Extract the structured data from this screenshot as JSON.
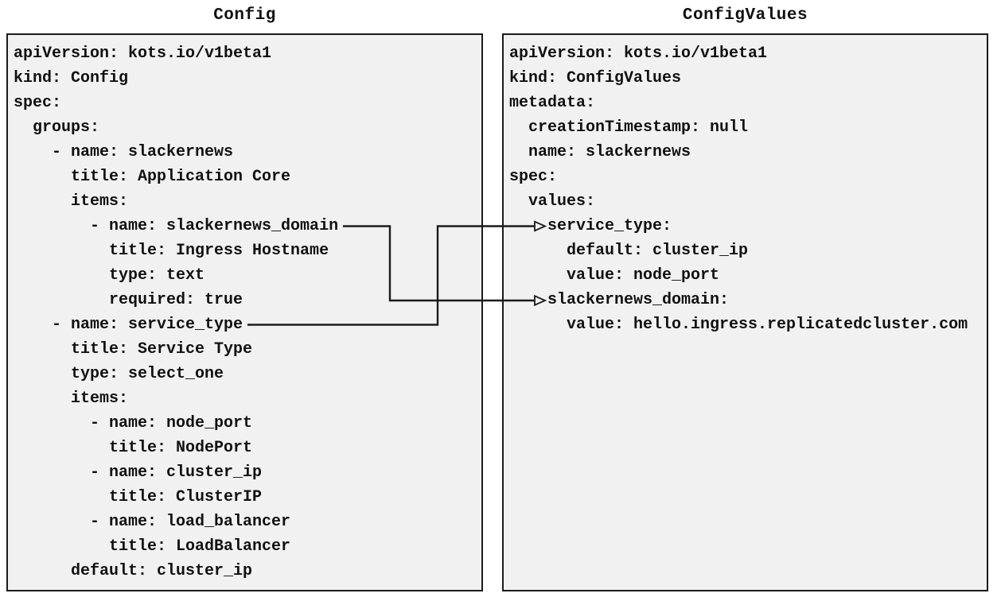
{
  "diagram": {
    "colors": {
      "page_bg": "#ffffff",
      "panel_bg": "#f1f1f1",
      "panel_border": "#1b1b1b",
      "connector": "#1b1b1b",
      "text": "#111111"
    },
    "panels": [
      {
        "id": "config",
        "title": "Config",
        "lines": [
          "apiVersion: kots.io/v1beta1",
          "kind: Config",
          "spec:",
          "  groups:",
          "    - name: slackernews",
          "      title: Application Core",
          "      items:",
          "        - name: slackernews_domain",
          "          title: Ingress Hostname",
          "          type: text",
          "          required: true",
          "    - name: service_type",
          "      title: Service Type",
          "      type: select_one",
          "      items:",
          "        - name: node_port",
          "          title: NodePort",
          "        - name: cluster_ip",
          "          title: ClusterIP",
          "        - name: load_balancer",
          "          title: LoadBalancer",
          "      default: cluster_ip"
        ]
      },
      {
        "id": "configvalues",
        "title": "ConfigValues",
        "lines": [
          "apiVersion: kots.io/v1beta1",
          "kind: ConfigValues",
          "metadata:",
          "  creationTimestamp: null",
          "  name: slackernews",
          "spec:",
          "  values:",
          "    service_type:",
          "      default: cluster_ip",
          "      value: node_port",
          "    slackernews_domain:",
          "      value: hello.ingress.replicatedcluster.com"
        ]
      }
    ],
    "connectors": [
      {
        "from": "Config: groups[0].items[0].name slackernews_domain",
        "to": "ConfigValues: spec.values.slackernews_domain"
      },
      {
        "from": "Config: groups[1].name service_type",
        "to": "ConfigValues: spec.values.service_type"
      }
    ]
  }
}
